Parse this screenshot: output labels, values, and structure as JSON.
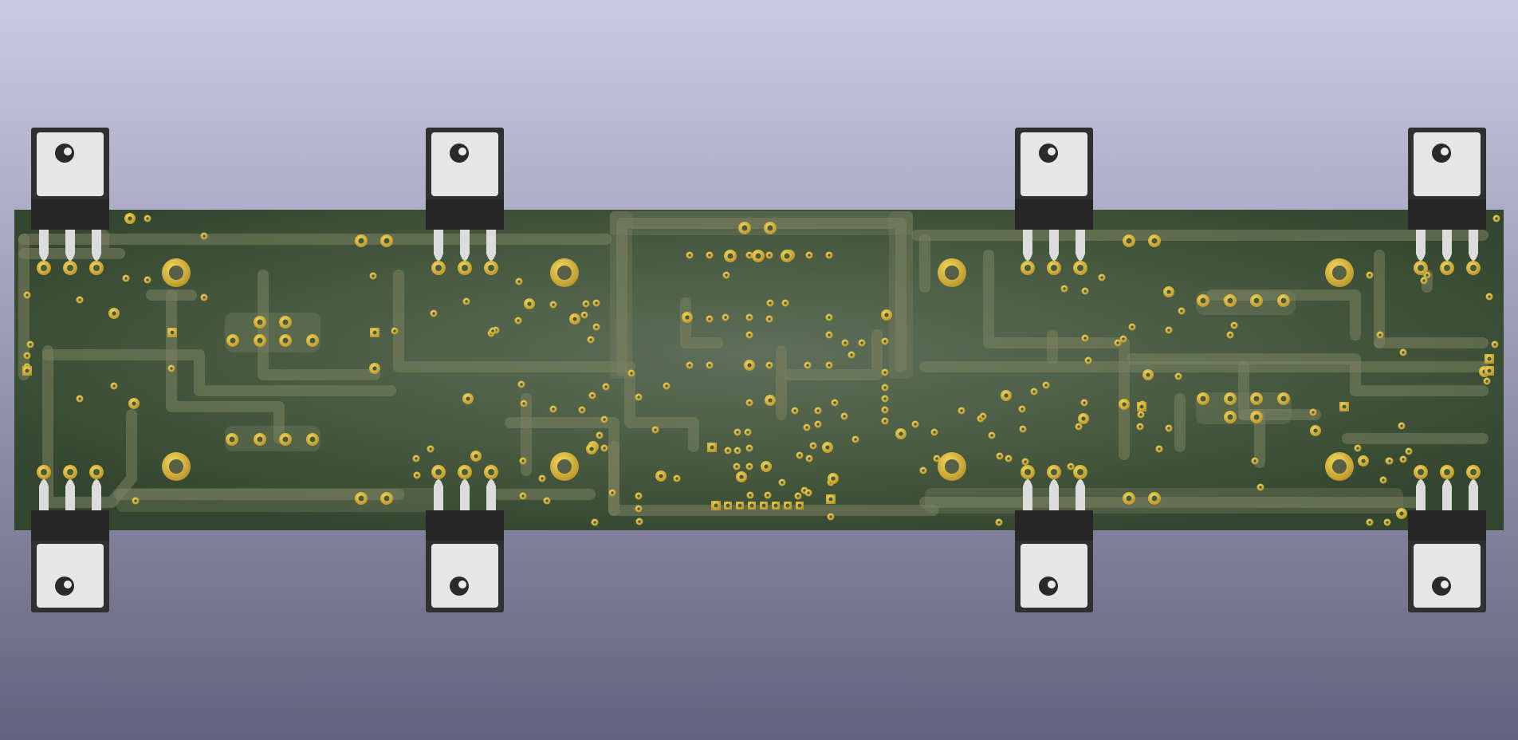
{
  "scene": {
    "description_free": true,
    "colors": {
      "background_top": "#cacae4",
      "background_bottom": "#636380",
      "board": "#3d5240",
      "board_highlight": "#5c6e58",
      "copper_pour": "#7a805c",
      "pad_gold": "#e8c33c",
      "pad_gold_dark": "#b8942a",
      "drill_hole": "#4b5a3c",
      "package_body": "#303030",
      "package_tab": "#e6e6e6",
      "lead_silver": "#dcdcdc"
    },
    "components": {
      "to220_count": 8,
      "to220_top_row": 4,
      "to220_bottom_row": 4,
      "mounting_holes": 8
    }
  }
}
